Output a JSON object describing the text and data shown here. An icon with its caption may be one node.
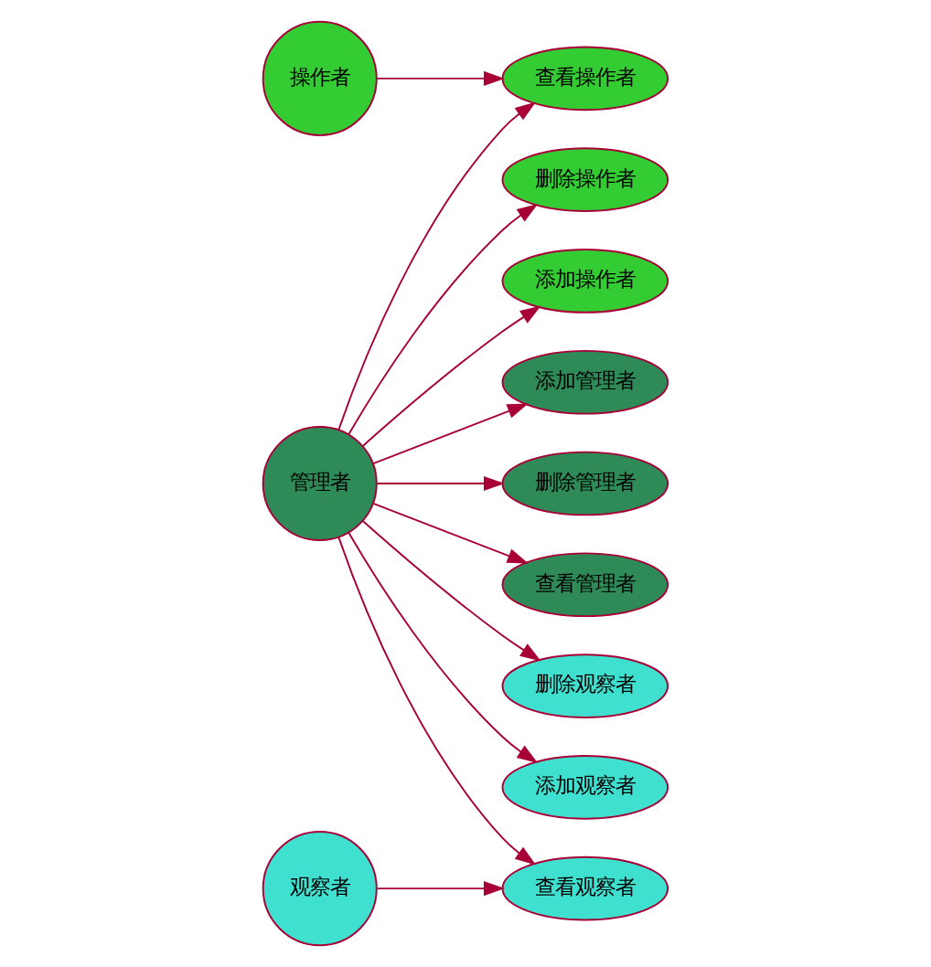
{
  "diagram": {
    "nodes": [
      {
        "text": [
          "操作者"
        ]
      },
      {
        "text": [
          "查看操作者"
        ]
      },
      {
        "text": [
          "删除操作者"
        ]
      },
      {
        "text": [
          "添加操作者"
        ]
      },
      {
        "text": [
          "添加管理者"
        ]
      },
      {
        "text": [
          "管理者"
        ]
      },
      {
        "text": [
          "删除管理者"
        ]
      },
      {
        "text": [
          "查看管理者"
        ]
      },
      {
        "text": [
          "观察者"
        ]
      },
      {
        "text": [
          "查看观察者"
        ]
      },
      {
        "text": [
          "删除观察者"
        ]
      },
      {
        "text": [
          "添加观察者"
        ]
      }
    ],
    "edges": [
      {
        "from": 0,
        "to": 1,
        "arrow": "to"
      },
      {
        "from": 5,
        "to": 1,
        "arrow": "to"
      },
      {
        "from": 5,
        "to": 2,
        "arrow": "to"
      },
      {
        "from": 5,
        "to": 3,
        "arrow": "to"
      },
      {
        "from": 5,
        "to": 4,
        "arrow": "to"
      },
      {
        "from": 5,
        "to": 6,
        "arrow": "to"
      },
      {
        "from": 5,
        "to": 7,
        "arrow": "to"
      },
      {
        "from": 5,
        "to": 9,
        "arrow": "to"
      },
      {
        "from": 5,
        "to": 10,
        "arrow": "to"
      },
      {
        "from": 5,
        "to": 11,
        "arrow": "to"
      },
      {
        "from": 8,
        "to": 9,
        "arrow": "to"
      }
    ]
  }
}
